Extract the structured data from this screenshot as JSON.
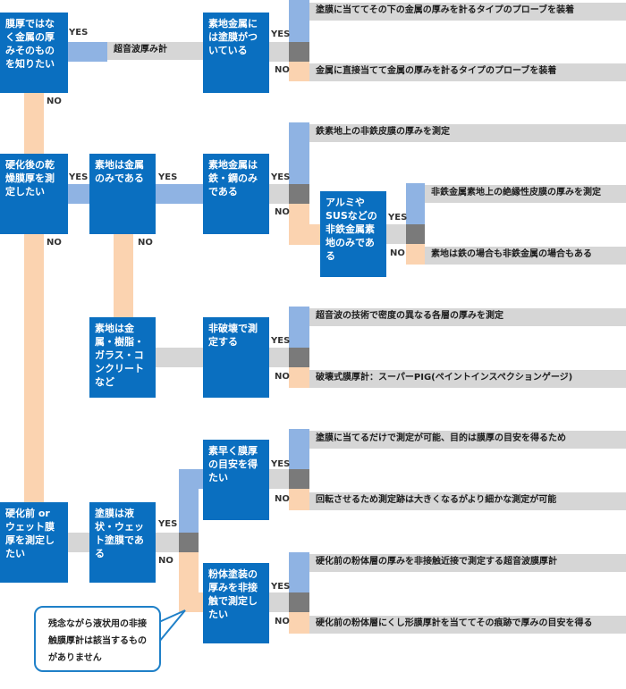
{
  "labels": {
    "yes": "YES",
    "no": "NO"
  },
  "colors": {
    "node": "#0a6fc0",
    "yes_path": "#8fb3e3",
    "no_path": "#fbd3b0",
    "band": "#d6d6d6",
    "gray": "#7a7a7a"
  },
  "nodes": [
    {
      "id": "q-film-itself",
      "text": "膜厚ではなく金属の厚みそのものを知りたい"
    },
    {
      "id": "q-dry-film",
      "text": "硬化後の乾燥膜厚を測定したい"
    },
    {
      "id": "q-wet-film",
      "text": "硬化前 or ウェット膜厚を測定したい"
    },
    {
      "id": "q-metal-coated",
      "text": "素地金属には塗膜がついている"
    },
    {
      "id": "q-metal-only",
      "text": "素地は金属のみである"
    },
    {
      "id": "q-iron-steel",
      "text": "素地金属は鉄・鋼のみである"
    },
    {
      "id": "q-nonferrous",
      "text": "アルミやSUSなどの非鉄金属素地のみである"
    },
    {
      "id": "q-mixed-substrate",
      "text": "素地は金属・樹脂・ガラス・コンクリートなど"
    },
    {
      "id": "q-nondestructive",
      "text": "非破壊で測定する"
    },
    {
      "id": "q-liquid-wet",
      "text": "塗膜は液状・ウェット塗膜である"
    },
    {
      "id": "q-quick-estimate",
      "text": "素早く膜厚の目安を得たい"
    },
    {
      "id": "q-powder",
      "text": "粉体塗装の厚みを非接触で測定したい"
    }
  ],
  "bands": [
    {
      "id": "ultrasonic-gauge",
      "text": "超音波厚み計"
    },
    {
      "id": "r-metal-under-coating",
      "text": "塗膜に当ててその下の金属の厚みを計るタイプのプローブを装着"
    },
    {
      "id": "r-metal-direct",
      "text": "金属に直接当てて金属の厚みを計るタイプのプローブを装着"
    },
    {
      "id": "r-nonferrous-film-on-iron",
      "text": "鉄素地上の非鉄皮膜の厚みを測定"
    },
    {
      "id": "r-insulating-on-nonferrous",
      "text": "非鉄金属素地上の絶縁性皮膜の厚みを測定"
    },
    {
      "id": "r-both-substrates",
      "text": "素地は鉄の場合も非鉄金属の場合もある"
    },
    {
      "id": "r-ultrasonic-layers",
      "text": "超音波の技術で密度の異なる各層の厚みを測定"
    },
    {
      "id": "r-destructive-pig",
      "text": "破壊式膜厚計：スーパーPIG(ペイントインスペクションゲージ)"
    },
    {
      "id": "r-quick-touch",
      "text": "塗膜に当てるだけで測定が可能、目的は膜厚の目安を得るため"
    },
    {
      "id": "r-rotating",
      "text": "回転させるため測定跡は大きくなるがより細かな測定が可能"
    },
    {
      "id": "r-powder-ultrasonic",
      "text": "硬化前の粉体層の厚みを非接触近接で測定する超音波膜厚計"
    },
    {
      "id": "r-powder-comb",
      "text": "硬化前の粉体層にくし形膜厚計を当ててその痕跡で厚みの目安を得る"
    }
  ],
  "callout": {
    "text": "残念ながら液状用の非接触膜厚計は該当するものがありません"
  }
}
